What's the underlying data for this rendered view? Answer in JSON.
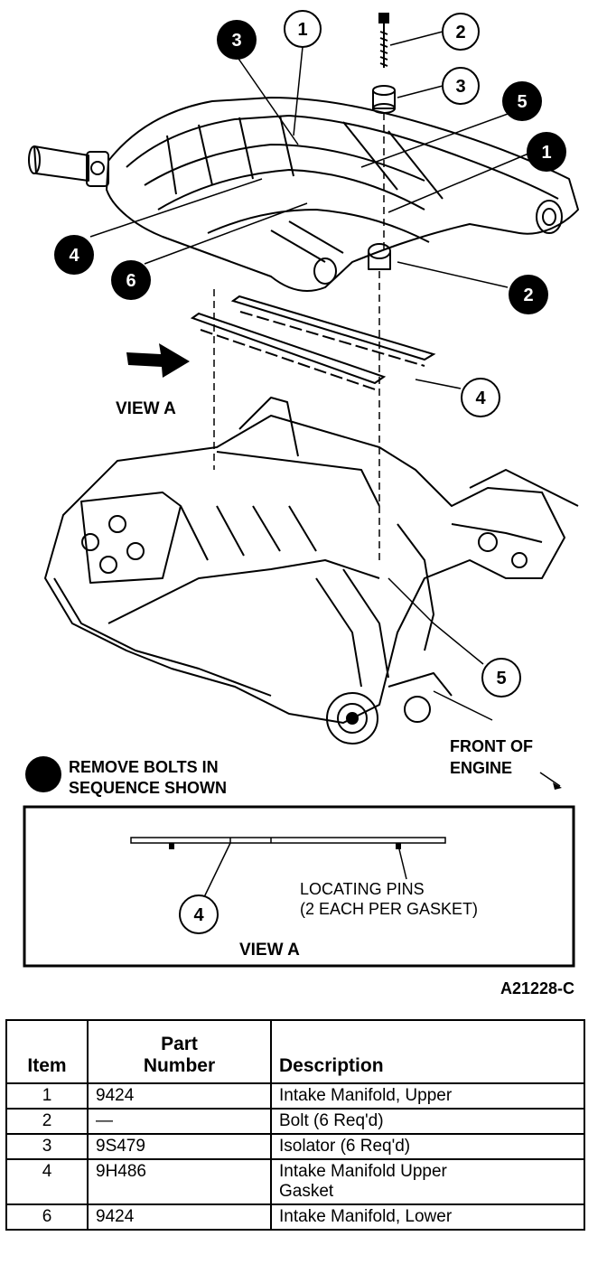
{
  "diagram": {
    "callouts": [
      {
        "id": "c1-top",
        "num": "1",
        "filled": false
      },
      {
        "id": "c2-top",
        "num": "2",
        "filled": false
      },
      {
        "id": "c3-open",
        "num": "3",
        "filled": false
      },
      {
        "id": "c3-seq",
        "num": "3",
        "filled": true
      },
      {
        "id": "c5-seq",
        "num": "5",
        "filled": true
      },
      {
        "id": "c1-seq",
        "num": "1",
        "filled": true
      },
      {
        "id": "c4-seq",
        "num": "4",
        "filled": true
      },
      {
        "id": "c6-seq",
        "num": "6",
        "filled": true
      },
      {
        "id": "c2-seq",
        "num": "2",
        "filled": true
      },
      {
        "id": "c4-gasket",
        "num": "4",
        "filled": false
      },
      {
        "id": "c5-front",
        "num": "5",
        "filled": false
      },
      {
        "id": "c4-viewa",
        "num": "4",
        "filled": false
      }
    ],
    "view_a_arrow_label": "VIEW A",
    "front_label_line1": "FRONT OF",
    "front_label_line2": "ENGINE",
    "legend_line1": "REMOVE BOLTS IN",
    "legend_line2": "SEQUENCE SHOWN",
    "inset_pins_line1": "LOCATING PINS",
    "inset_pins_line2": "(2 EACH PER GASKET)",
    "inset_title": "VIEW A",
    "figure_id": "A21228-C"
  },
  "table": {
    "headers": {
      "item": "Item",
      "part_line1": "Part",
      "part_line2": "Number",
      "description": "Description"
    },
    "rows": [
      {
        "item": "1",
        "part": "9424",
        "desc_line1": "Intake Manifold, Upper",
        "desc_line2": ""
      },
      {
        "item": "2",
        "part": "—",
        "desc_line1": "Bolt (6 Req'd)",
        "desc_line2": ""
      },
      {
        "item": "3",
        "part": "9S479",
        "desc_line1": "Isolator (6 Req'd)",
        "desc_line2": ""
      },
      {
        "item": "4",
        "part": "9H486",
        "desc_line1": "Intake Manifold Upper",
        "desc_line2": "Gasket"
      },
      {
        "item": "6",
        "part": "9424",
        "desc_line1": "Intake Manifold, Lower",
        "desc_line2": ""
      }
    ]
  }
}
